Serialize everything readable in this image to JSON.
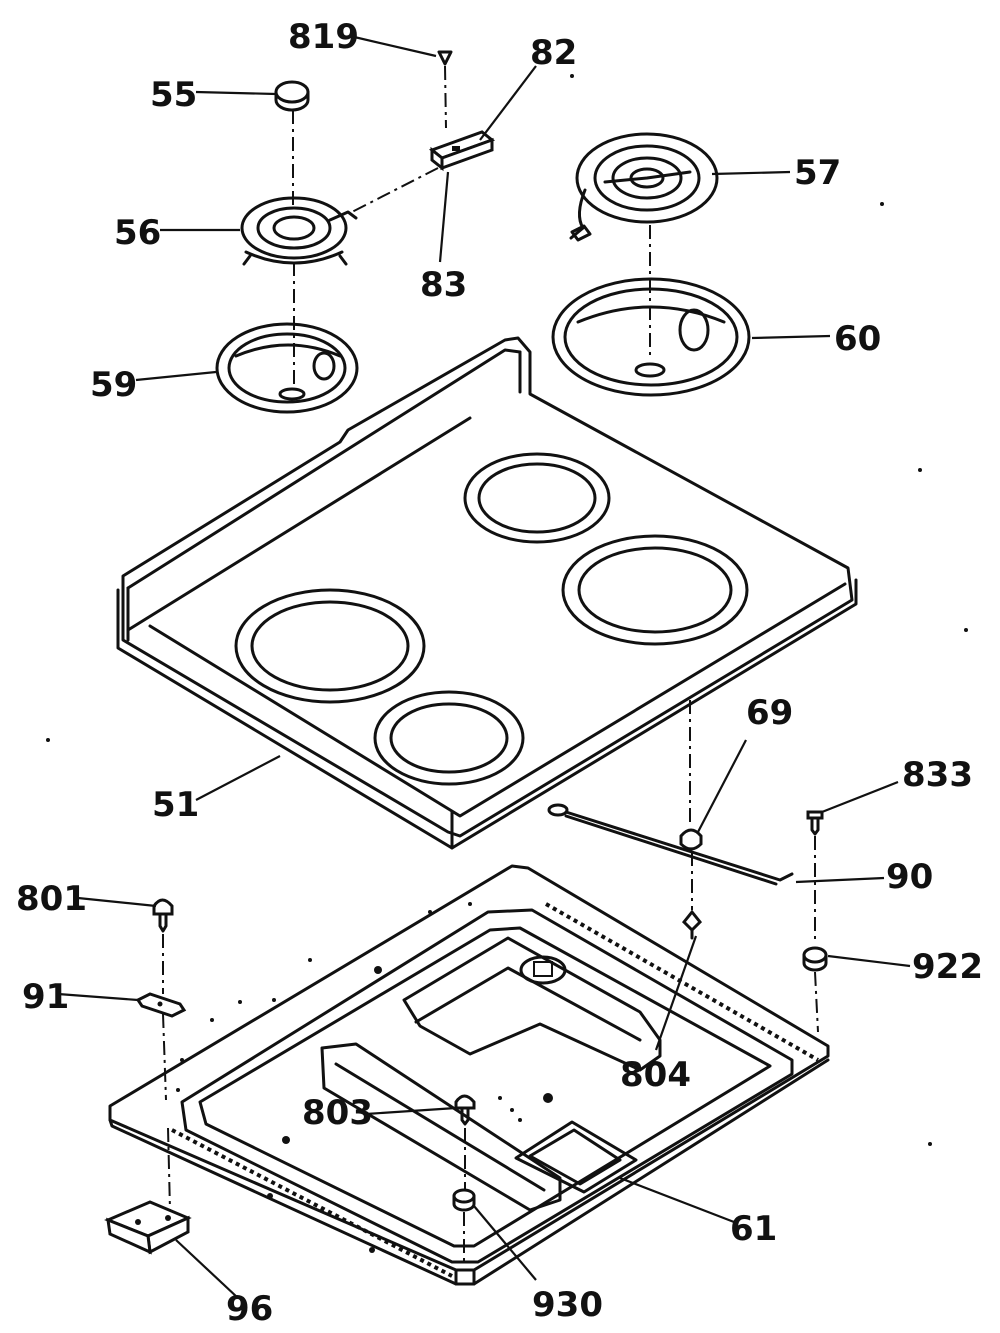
{
  "parts": [
    {
      "id": "p819",
      "number": "819"
    },
    {
      "id": "p82",
      "number": "82"
    },
    {
      "id": "p55",
      "number": "55"
    },
    {
      "id": "p57",
      "number": "57"
    },
    {
      "id": "p56",
      "number": "56"
    },
    {
      "id": "p83",
      "number": "83"
    },
    {
      "id": "p60",
      "number": "60"
    },
    {
      "id": "p59",
      "number": "59"
    },
    {
      "id": "p69",
      "number": "69"
    },
    {
      "id": "p833",
      "number": "833"
    },
    {
      "id": "p51",
      "number": "51"
    },
    {
      "id": "p90",
      "number": "90"
    },
    {
      "id": "p801",
      "number": "801"
    },
    {
      "id": "p922",
      "number": "922"
    },
    {
      "id": "p91",
      "number": "91"
    },
    {
      "id": "p804",
      "number": "804"
    },
    {
      "id": "p803",
      "number": "803"
    },
    {
      "id": "p61",
      "number": "61"
    },
    {
      "id": "p96",
      "number": "96"
    },
    {
      "id": "p930",
      "number": "930"
    }
  ]
}
